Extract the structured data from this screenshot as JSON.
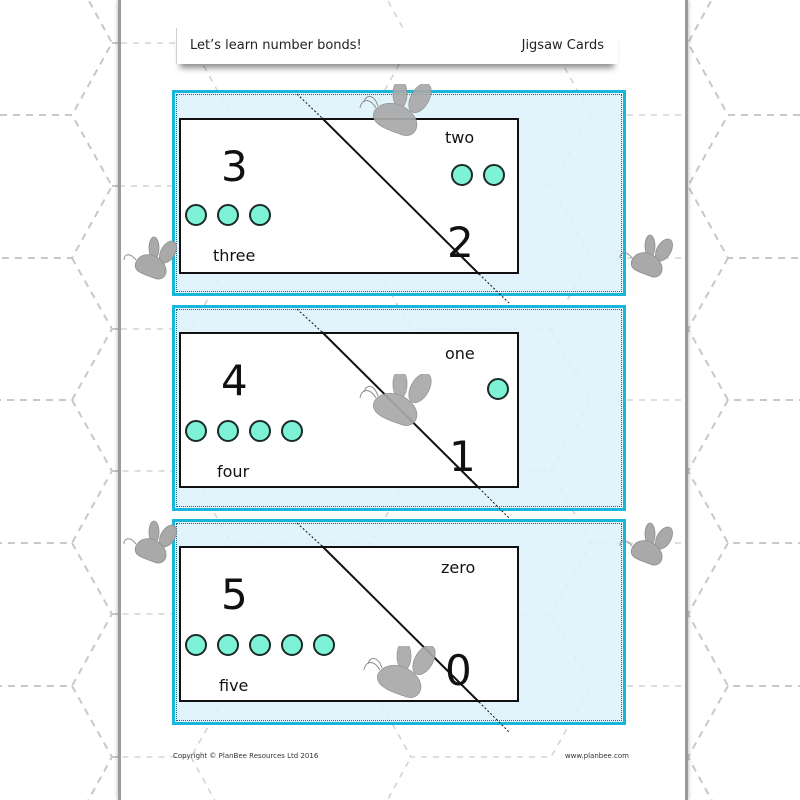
{
  "header": {
    "title": "Let’s learn number bonds!",
    "subtitle": "Jigsaw Cards"
  },
  "cards": [
    {
      "left_number": "3",
      "left_word": "three",
      "left_dots": 3,
      "right_number": "2",
      "right_word": "two",
      "right_dots": 2
    },
    {
      "left_number": "4",
      "left_word": "four",
      "left_dots": 4,
      "right_number": "1",
      "right_word": "one",
      "right_dots": 1
    },
    {
      "left_number": "5",
      "left_word": "five",
      "left_dots": 5,
      "right_number": "0",
      "right_word": "zero",
      "right_dots": 0
    }
  ],
  "footer": {
    "copyright": "Copyright © PlanBee Resources Ltd 2016",
    "website": "www.planbee.com"
  },
  "colors": {
    "panel_border": "#19b6dc",
    "panel_fill": "#dcf2fc",
    "dot_fill": "#7ef2d6",
    "bee_gray": "#a9a9a9",
    "hex_line": "#c8c8c8"
  }
}
